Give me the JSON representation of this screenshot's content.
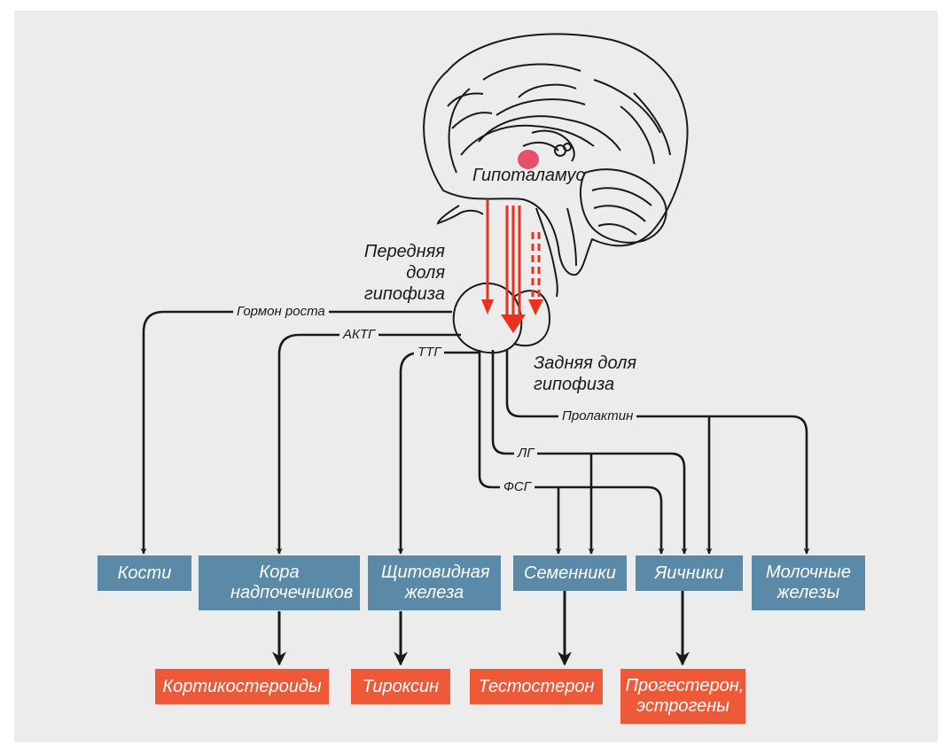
{
  "labels": {
    "hypothalamus": "Гипоталамус",
    "anterior_pituitary": "Передняя доля гипофиза",
    "posterior_pituitary": "Задняя доля гипофиза"
  },
  "hormones": {
    "growth_hormone": "Гормон роста",
    "acth": "АКТГ",
    "tsh": "ТТГ",
    "prolactin": "Пролактин",
    "lh": "ЛГ",
    "fsh": "ФСГ"
  },
  "targets": {
    "bones": "Кости",
    "adrenal_cortex": "Кора надпочечников",
    "thyroid": "Щитовидная железа",
    "testes": "Семенники",
    "ovaries": "Яичники",
    "mammary": "Молочные железы"
  },
  "products": {
    "corticosteroids": "Кортикостероиды",
    "thyroxine": "Тироксин",
    "testosterone": "Тестостерон",
    "progesterone_estrogens": "Прогестерон, эстрогены"
  },
  "colors": {
    "background": "#ececec",
    "target_box": "#5a8aa8",
    "product_box": "#ee5a37",
    "arrow": "#1a1a1a",
    "signal_arrow": "#e8321e",
    "hypothalamus": "#e8506a"
  }
}
